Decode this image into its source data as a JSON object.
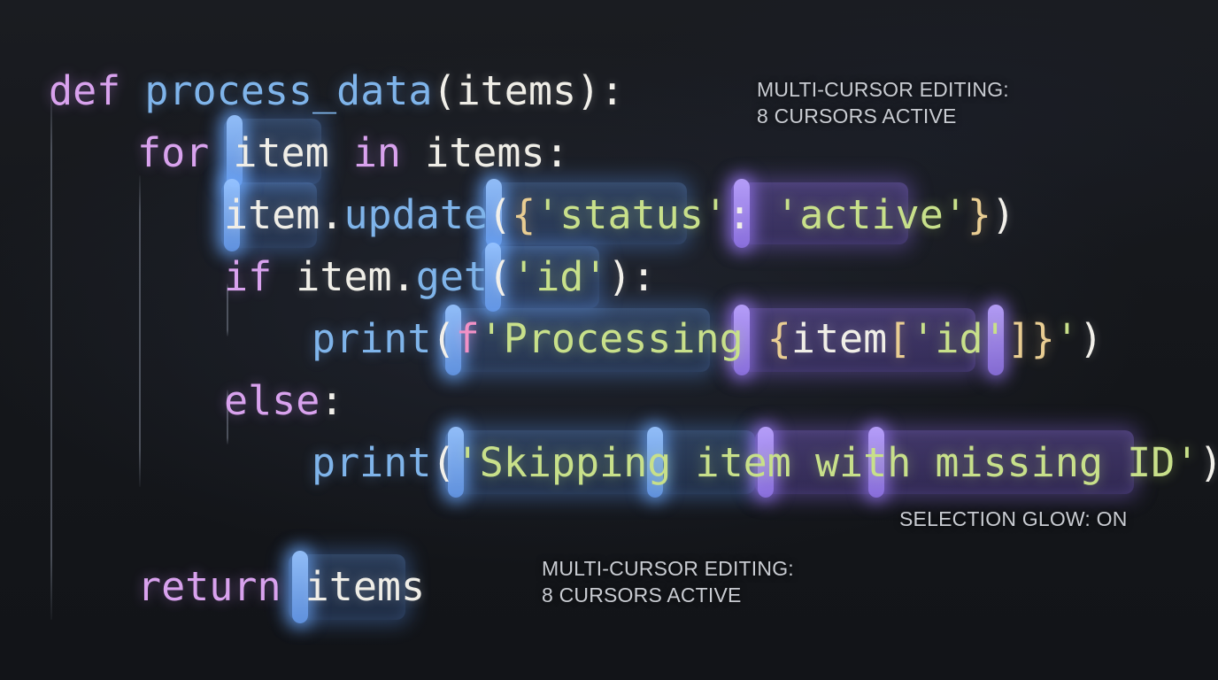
{
  "theme": {
    "background": "#16181c",
    "keyword_color": "#d9a2ee",
    "function_color": "#7fb4ea",
    "string_color": "#c8e08a",
    "brace_color": "#e9cd92",
    "plain_color": "#f0eee7",
    "fstring_prefix_color": "#f291c6",
    "selection_blue": "#6096e6",
    "selection_purple": "#886ae2",
    "cursor_blue": "#96c3ff",
    "cursor_purple": "#baa2ff",
    "annotation_color": "#c9ccd2"
  },
  "code": {
    "language": "python",
    "lines": [
      {
        "id": "line-def",
        "tokens": [
          {
            "t": "def",
            "c": "kw"
          },
          {
            "t": " ",
            "c": "plain"
          },
          {
            "t": "process_data",
            "c": "fn"
          },
          {
            "t": "(",
            "c": "punc"
          },
          {
            "t": "items",
            "c": "plain"
          },
          {
            "t": "):",
            "c": "punc"
          }
        ]
      },
      {
        "id": "line-for",
        "tokens": [
          {
            "t": "for",
            "c": "kw"
          },
          {
            "t": " ",
            "c": "plain"
          },
          {
            "t": "item",
            "c": "plain"
          },
          {
            "t": " ",
            "c": "plain"
          },
          {
            "t": "in",
            "c": "kw"
          },
          {
            "t": " ",
            "c": "plain"
          },
          {
            "t": "items",
            "c": "plain"
          },
          {
            "t": ":",
            "c": "punc"
          }
        ]
      },
      {
        "id": "line-update",
        "tokens": [
          {
            "t": "item",
            "c": "plain"
          },
          {
            "t": ".",
            "c": "punc"
          },
          {
            "t": "update",
            "c": "mth"
          },
          {
            "t": "(",
            "c": "punc"
          },
          {
            "t": "{",
            "c": "brace"
          },
          {
            "t": "'status'",
            "c": "str"
          },
          {
            "t": ":",
            "c": "punc"
          },
          {
            "t": " ",
            "c": "plain"
          },
          {
            "t": "'active'",
            "c": "str"
          },
          {
            "t": "}",
            "c": "brace"
          },
          {
            "t": ")",
            "c": "punc"
          }
        ]
      },
      {
        "id": "line-if",
        "tokens": [
          {
            "t": "if",
            "c": "kw"
          },
          {
            "t": " ",
            "c": "plain"
          },
          {
            "t": "item",
            "c": "plain"
          },
          {
            "t": ".",
            "c": "punc"
          },
          {
            "t": "get",
            "c": "mth"
          },
          {
            "t": "(",
            "c": "punc"
          },
          {
            "t": "'id'",
            "c": "str"
          },
          {
            "t": "):",
            "c": "punc"
          }
        ]
      },
      {
        "id": "line-print-processing",
        "tokens": [
          {
            "t": "print",
            "c": "fn"
          },
          {
            "t": "(",
            "c": "punc"
          },
          {
            "t": "f",
            "c": "fpref"
          },
          {
            "t": "'Processing ",
            "c": "str"
          },
          {
            "t": "{",
            "c": "brace"
          },
          {
            "t": "item",
            "c": "plain"
          },
          {
            "t": "[",
            "c": "brace"
          },
          {
            "t": "'id'",
            "c": "str"
          },
          {
            "t": "]",
            "c": "brace"
          },
          {
            "t": "}",
            "c": "brace"
          },
          {
            "t": "'",
            "c": "str"
          },
          {
            "t": ")",
            "c": "punc"
          }
        ]
      },
      {
        "id": "line-else",
        "tokens": [
          {
            "t": "else",
            "c": "kw"
          },
          {
            "t": ":",
            "c": "punc"
          }
        ]
      },
      {
        "id": "line-print-skipping",
        "tokens": [
          {
            "t": "print",
            "c": "fn"
          },
          {
            "t": "(",
            "c": "punc"
          },
          {
            "t": "'Skipping item with missing ID'",
            "c": "str"
          },
          {
            "t": ")",
            "c": "punc"
          }
        ]
      },
      {
        "id": "line-return",
        "tokens": [
          {
            "t": "return",
            "c": "kw"
          },
          {
            "t": " ",
            "c": "plain"
          },
          {
            "t": "items",
            "c": "plain"
          }
        ]
      }
    ]
  },
  "annotations": [
    {
      "id": "annotation-top-right",
      "text": "MULTI-CURSOR EDITING:\n8 CURSORS ACTIVE"
    },
    {
      "id": "annotation-selection-glow",
      "text": "SELECTION GLOW: ON"
    },
    {
      "id": "annotation-bottom",
      "text": "MULTI-CURSOR EDITING:\n8 CURSORS ACTIVE"
    }
  ]
}
